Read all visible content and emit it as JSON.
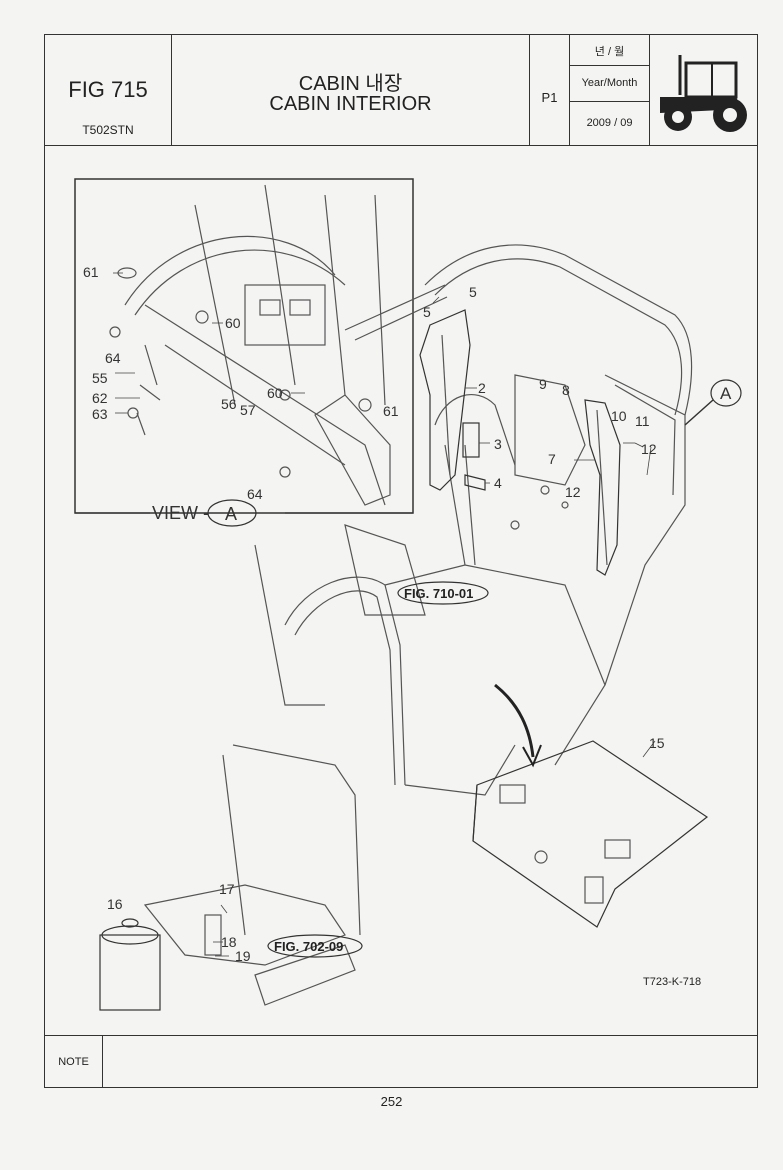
{
  "header": {
    "fig_number": "FIG 715",
    "model": "T502STN",
    "title_line1": "CABIN 내장",
    "title_line2": "CABIN INTERIOR",
    "page_code": "P1",
    "year_month_kr": "년 / 월",
    "year_month_en": "Year/Month",
    "date": "2009 / 09",
    "tractor_icon": "tractor-icon"
  },
  "diagram": {
    "view_label": "VIEW -",
    "view_letter": "A",
    "callout_letter": "A",
    "ref_710": "FIG. 710-01",
    "ref_702": "FIG. 702-09",
    "drawing_code": "T723-K-718",
    "part_labels": {
      "p61a": "61",
      "p60a": "60",
      "p64a": "64",
      "p55": "55",
      "p62": "62",
      "p63": "63",
      "p56": "56",
      "p57": "57",
      "p60b": "60",
      "p61b": "61",
      "p64b": "64",
      "p5a": "5",
      "p5b": "5",
      "p2": "2",
      "p3": "3",
      "p4": "4",
      "p9": "9",
      "p8": "8",
      "p10": "10",
      "p11": "11",
      "p7": "7",
      "p12a": "12",
      "p12b": "12",
      "p15": "15",
      "p16": "16",
      "p17": "17",
      "p18": "18",
      "p19": "19"
    }
  },
  "note": {
    "label": "NOTE",
    "text": ""
  },
  "page_number": "252"
}
